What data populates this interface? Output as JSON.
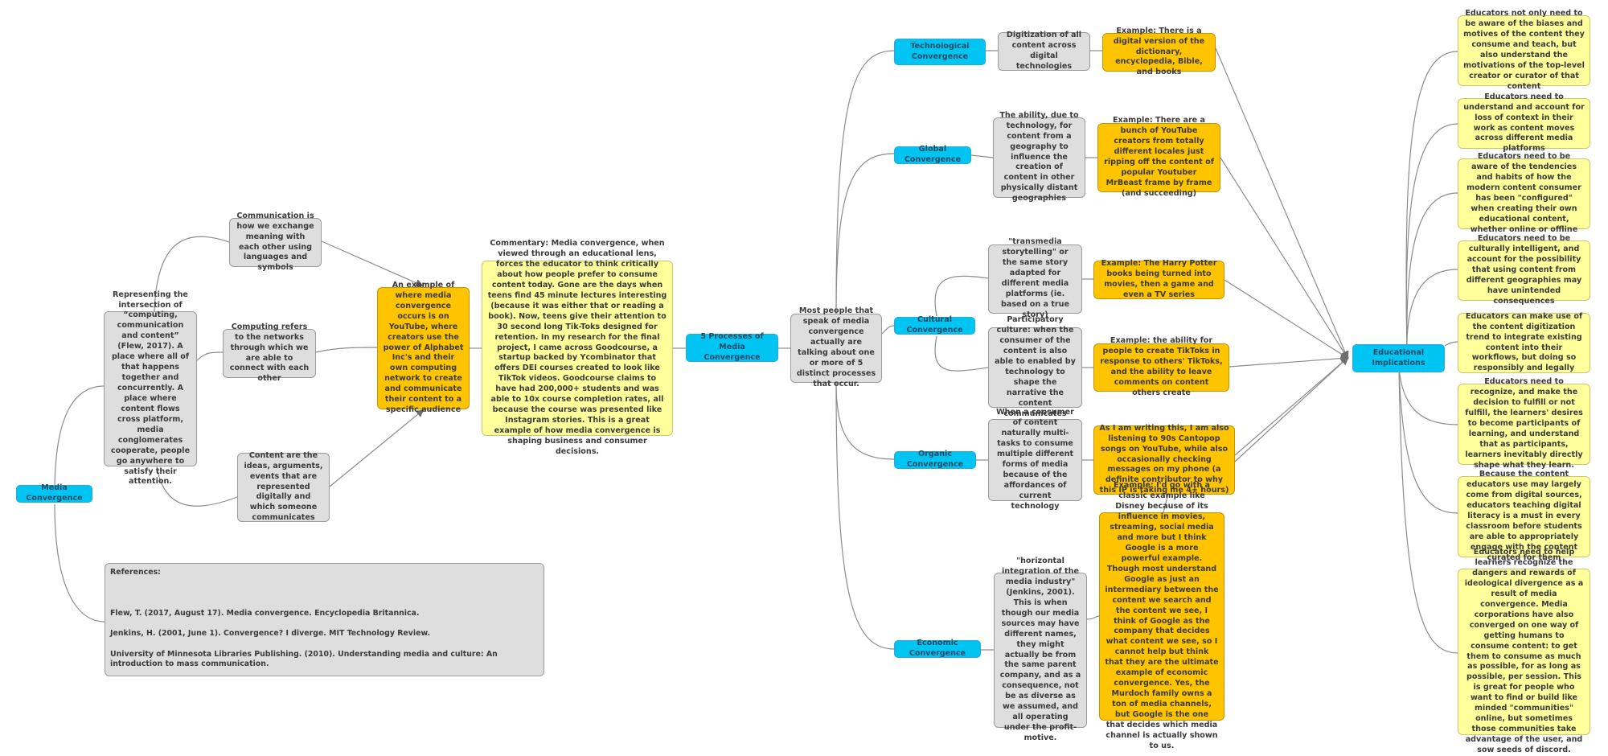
{
  "nodes": {
    "media_convergence": "Media Convergence",
    "definition": "Representing the intersection of “computing, communication and content” (Flew, 2017). A place where all of that happens together and concurrently. A place where content flows cross platform, media conglomerates cooperate, people go anywhere to satisfy their attention.",
    "communication": "Communication is how we exchange meaning with each other using languages and symbols",
    "computing": "Computing refers to the networks through which we are able to connect with each other",
    "content": "Content are the ideas, arguments, events that are represented digitally and which someone communicates",
    "example_youtube": "An example of where media convergence occurs is on YouTube, where creators use the power of Alphabet Inc's and their own computing network to create and communicate their content to a specific audience",
    "commentary": "Commentary: Media convergence, when viewed through an educational lens, forces the educator to think critically about how people prefer to consume content today. Gone are the days when teens find 45 minute lectures interesting (because it was either that or reading a book). Now, teens give their attention to 30 second long Tik-Toks designed for retention. In my research for the final project, I came across Goodcourse, a startup backed by Ycombinator that offers DEI courses created to look like TikTok videos. Goodcourse claims to have had 200,000+ students and was able to 10x course completion rates, all because the course was presented like Instagram stories. This is a great example of how media convergence is shaping business and consumer decisions.",
    "five_processes": "5 Processes of Media Convergence",
    "most_people": "Most people that speak of media convergence actually are talking about one or more of 5 distinct processes that occur.",
    "references": "References:\n\n\n\nFlew, T. (2017, August 17). Media convergence. Encyclopedia Britannica.\n\nJenkins, H. (2001, June 1). Convergence? I diverge. MIT Technology Review.\n\nUniversity of Minnesota Libraries Publishing. (2010). Understanding media and culture: An introduction to mass communication.",
    "tech_conv": "Technological Convergence",
    "tech_desc": "Digitization of all content across digital technologies",
    "tech_ex": "Example: There is a digital version of the dictionary, encyclopedia, Bible, and books",
    "global_conv": "Global Convergence",
    "global_desc": "The ability, due to technology, for content from a geography to influence the creation of content in other physically distant geographies",
    "global_ex": "Example: There are a bunch of YouTube creators from totally different locales just ripping off the content of popular Youtuber MrBeast frame by frame (and succeeding)",
    "cultural_conv": "Cultural Convergence",
    "cultural_desc1": "\"transmedia storytelling\" or the same story adapted for different media platforms (ie. based on a true story)",
    "cultural_ex1": "Example: The Harry Potter books being turned into movies, then a game and even a TV series",
    "cultural_desc2": "Participatory culture: when the consumer of the content is also able to enabled by technology to shape the narrative the content communicates",
    "cultural_ex2": "Example: the ability for people to create TikToks in response to others' TikToks, and the ability to leave comments on content others create",
    "organic_conv": "Organic Convergence",
    "organic_desc": "When a consumer of content naturally multi-tasks to consume multiple different forms of media because of the affordances of current technology",
    "organic_ex": "As I am writing this, I am also listening to 90s Cantopop songs on YouTube, while also occasionally checking messages on my phone (a definite contributor to why this IP is taking me 4+ hours)",
    "economic_conv": "Economic Convergence",
    "economic_desc": "\"horizontal integration of the media industry\" (Jenkins, 2001). This is when though our media sources may have different names, they might actually be from the same parent company, and as a consequence, not be as diverse as we assumed, and all operating under the profit-motive.",
    "economic_ex": "Example: I'd go with a classic example like Disney because of its influence in movies, streaming, social media and more but I think Google is a more powerful example. Though most understand Google as just an intermediary between the content we search and the content we see, I think of Google as the company that decides what content we see, so I cannot help but think that they are the ultimate example of economic convergence. Yes, the Murdoch family owns a ton of media channels, but Google is the one that decides which media channel is actually shown to us.",
    "edu_impl": "Educational Implications",
    "impl1": "Educators not only need to be aware of the biases and motives of the content they consume and teach, but also understand the motivations of the top-level creator or curator of that content",
    "impl2": "Educators need to understand and account for loss of context in their work as content moves across different media platforms",
    "impl3": "Educators need to be aware of the tendencies and habits of how the modern content consumer has been \"configured\" when creating their own educational content, whether online or offline",
    "impl4": "Educators need to be culturally intelligent, and account for the possibility that using content from different geographies may have unintended consequences",
    "impl5": "Educators can make use of the content digitization trend to integrate existing content into their workflows, but doing so responsibly and legally",
    "impl6": "Educators need to recognize, and make the decision to fulfill or not fulfill, the learners' desires to become participants of learning, and understand that as participants, learners inevitably directly shape what they learn.",
    "impl7": "Because the content educators use may largely come from digital sources, educators teaching digital literacy is a must in every classroom before students are able to appropriately engage with the content curated for them",
    "impl8": "Educators need to help learners recognize the dangers and rewards of ideological divergence as a result of media convergence. Media corporations have also converged on one way of getting humans to consume content: to get them to consume as much as possible, for as long as possible, per session. This is great for people who want to find or build like minded \"communities\" online, but sometimes those communities take advantage of the user, and sow seeds of discord."
  }
}
